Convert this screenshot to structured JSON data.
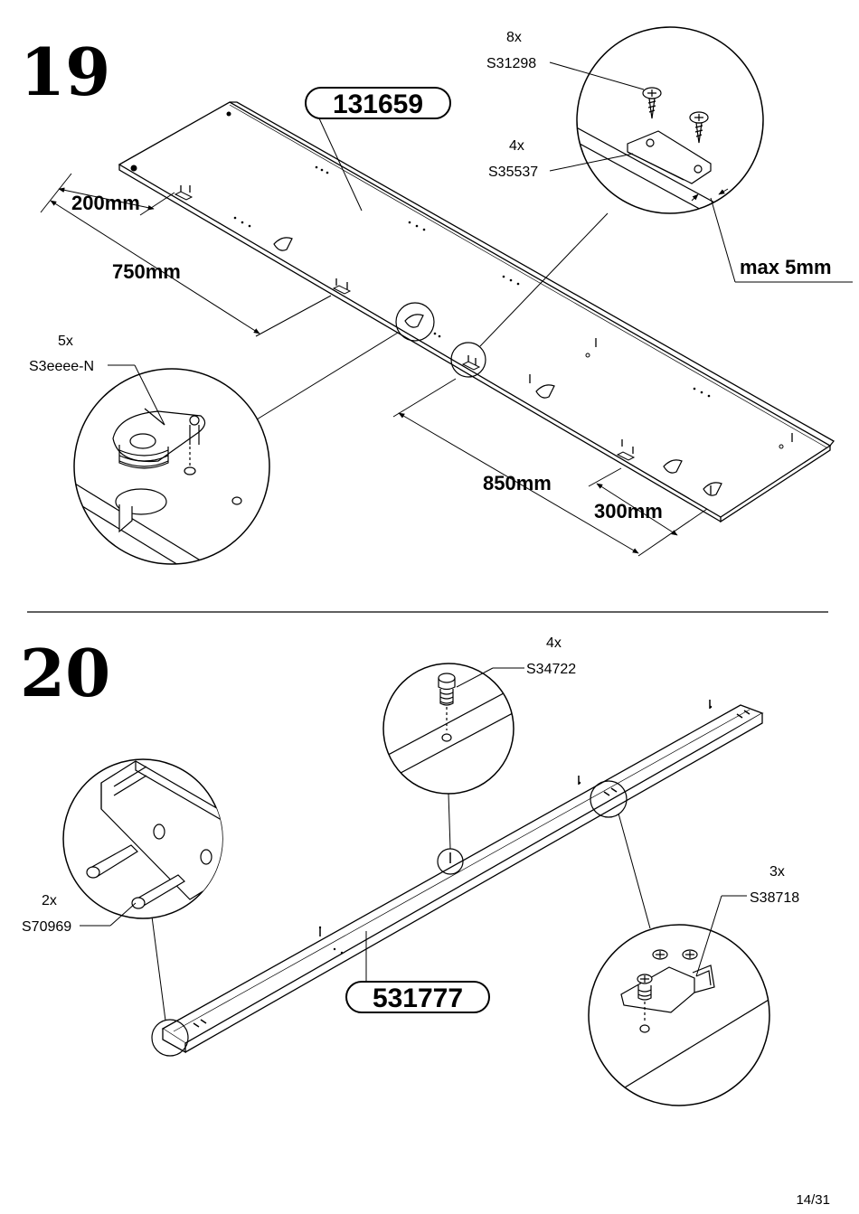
{
  "step19": {
    "number": "19",
    "part_number": "131659",
    "callouts": {
      "screw": {
        "qty": "8x",
        "code": "S31298"
      },
      "plate": {
        "qty": "4x",
        "code": "S35537"
      },
      "cam": {
        "qty": "5x",
        "code": "S3eeee-N"
      }
    },
    "dimensions": {
      "d200": "200mm",
      "d750": "750mm",
      "d850": "850mm",
      "d300": "300mm",
      "gap": "max 5mm"
    }
  },
  "step20": {
    "number": "20",
    "part_number": "531777",
    "callouts": {
      "cam_bolt": {
        "qty": "4x",
        "code": "S34722"
      },
      "dowel": {
        "qty": "2x",
        "code": "S70969"
      },
      "bracket": {
        "qty": "3x",
        "code": "S38718"
      }
    }
  },
  "page": "14/31"
}
